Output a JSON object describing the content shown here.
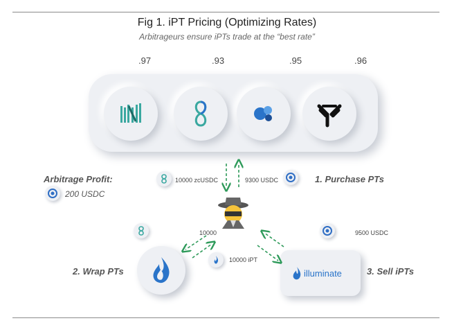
{
  "figure": {
    "title": "Fig 1. iPT Pricing (Optimizing Rates)",
    "subtitle": "Arbitrageurs ensure iPTs trade at the “best rate”"
  },
  "prices": [
    ".97",
    ".93",
    ".95",
    ".96"
  ],
  "pool_icons": [
    "notional-icon",
    "sense-icon",
    "element-icon",
    "yield-protocol-icon"
  ],
  "arbitrage": {
    "title": "Arbitrage Profit:",
    "value": "200 USDC"
  },
  "flows": {
    "zcusdc": "10000 zcUSDC",
    "usdc_purchase": "9300 USDC",
    "ten_thousand": "10000",
    "ipt": "10000 iPT",
    "usdc_sell": "9500 USDC"
  },
  "steps": {
    "purchase": "1. Purchase PTs",
    "wrap": "2. Wrap PTs",
    "sell": "3. Sell iPTs"
  },
  "brand": {
    "illuminate": "illuminate"
  },
  "colors": {
    "arrow": "#2e9a5a",
    "teal": "#3aa8a0",
    "blue": "#2a74c9",
    "usdc": "#2f6ec4"
  }
}
